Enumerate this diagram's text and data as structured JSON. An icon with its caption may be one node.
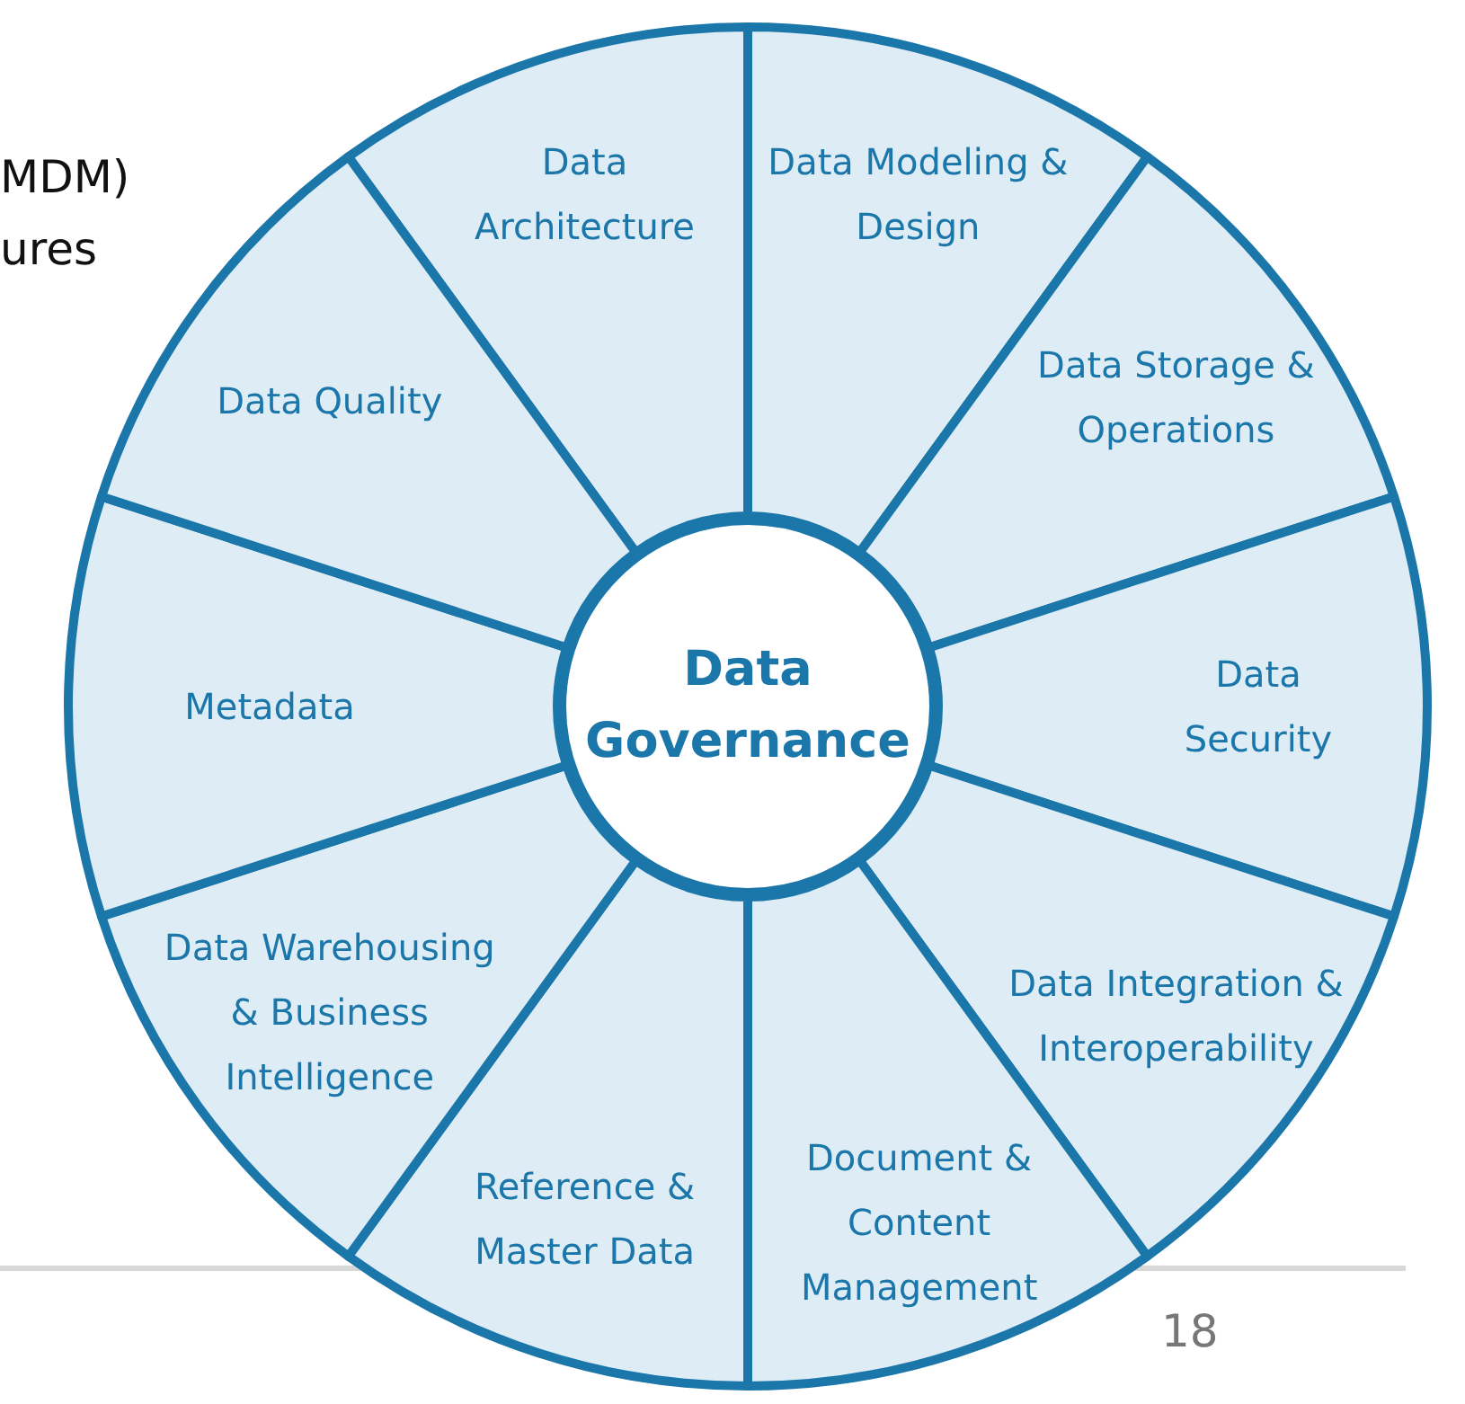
{
  "diagram": {
    "nodes": [
      {
        "text": [
          "Data Governance"
        ]
      },
      {
        "text": [
          "Data Architecture"
        ]
      },
      {
        "text": [
          "Data Modeling & Design"
        ]
      },
      {
        "text": [
          "Data Storage & Operations"
        ]
      },
      {
        "text": [
          "Data Security"
        ]
      },
      {
        "text": [
          "Data Integration & Interoperability"
        ]
      },
      {
        "text": [
          "Document & Content Management"
        ]
      },
      {
        "text": [
          "Reference & Master Data"
        ]
      },
      {
        "text": [
          "Data Warehousing & Business Intelligence"
        ]
      },
      {
        "text": [
          "Metadata"
        ]
      },
      {
        "text": [
          "Data Quality"
        ]
      }
    ],
    "labels": [
      "MDM)",
      "ures",
      "18"
    ]
  }
}
